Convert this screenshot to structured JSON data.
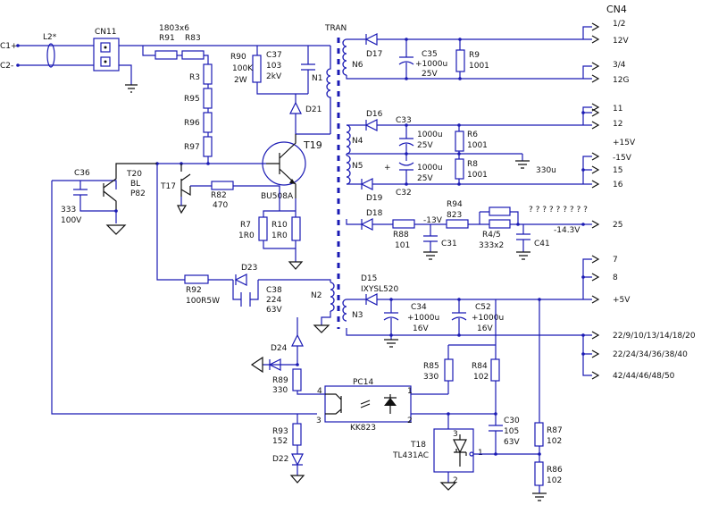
{
  "labels": {
    "c1": "C1+",
    "c2": "C2-",
    "l2": "L2*",
    "cn11": "CN11",
    "r_block": "1803x6",
    "r91": "R91",
    "r83": "R83",
    "r3": "R3",
    "r95": "R95",
    "r96": "R96",
    "r97": "R97",
    "r90": "R90",
    "r90v": "100K",
    "r90w": "2W",
    "c37": "C37",
    "c37v": "103",
    "c37kv": "2kV",
    "d21": "D21",
    "n1": "N1",
    "tran": "TRAN",
    "t19": "T19",
    "bu508a": "BU508A",
    "c36": "C36",
    "c36v": "333",
    "c36u": "100V",
    "t20": "T20",
    "t20b": "BL",
    "t20c": "P82",
    "t17": "T17",
    "r82": "R82",
    "r82v": "470",
    "r7": "R7",
    "r7v": "1R0",
    "r10": "R10",
    "r10v": "1R0",
    "r92": "R92",
    "r92v": "100R5W",
    "d23": "D23",
    "c38": "C38",
    "c38v": "224",
    "c38u": "63V",
    "n2": "N2",
    "d24": "D24",
    "r89": "R89",
    "r89v": "330",
    "pc14": "PC14",
    "kk823": "KK823",
    "p4": "4",
    "p3": "3",
    "p1": "1",
    "p2": "2",
    "r93": "R93",
    "r93v": "152",
    "d22": "D22",
    "n6": "N6",
    "d17": "D17",
    "c35": "C35",
    "c35v": "+1000u",
    "c35u": "25V",
    "r9": "R9",
    "r9v": "1001",
    "n4": "N4",
    "d16": "D16",
    "c33": "C33",
    "c33v": "1000u",
    "c33u": "25V",
    "r6": "R6",
    "r6v": "1001",
    "n5": "N5",
    "c32v": "1000u",
    "c32u": "25V",
    "r8": "R8",
    "r8v": "1001",
    "d19": "D19",
    "c32": "C32",
    "cap330": "330u",
    "d18": "D18",
    "r88": "R88",
    "r88v": "101",
    "minus13v": "-13V",
    "c31": "C31",
    "r94": "R94",
    "r94v": "823",
    "r45": "R4/5",
    "r45v": "333x2",
    "c41": "C41",
    "qmarks": "? ? ? ? ? ? ? ? ?",
    "minus143": "-14.3V",
    "d15": "D15",
    "ixysl": "IXYSL520",
    "n3": "N3",
    "c34": "C34",
    "c34v": "+1000u",
    "c34u": "16V",
    "c52": "C52",
    "c52v": "+1000u",
    "c52u": "16V",
    "r85": "R85",
    "r85v": "330",
    "r84": "R84",
    "r84v": "102",
    "c30": "C30",
    "c30v": "105",
    "c30u": "63V",
    "t18": "T18",
    "tl431": "TL431AC",
    "t18p3": "3",
    "t18p1": "1",
    "t18p2": "2",
    "r87": "R87",
    "r87v": "102",
    "r86": "R86",
    "r86v": "102"
  },
  "connector": {
    "title": "CN4",
    "pins": [
      "1/2",
      "12V",
      "3/4",
      "12G",
      "11",
      "12",
      "+15V",
      "-15V",
      "15",
      "16",
      "25",
      "7",
      "8",
      "+5V",
      "22/9/10/13/14/18/20",
      "22/24/34/36/38/40",
      "42/44/46/48/50"
    ]
  }
}
